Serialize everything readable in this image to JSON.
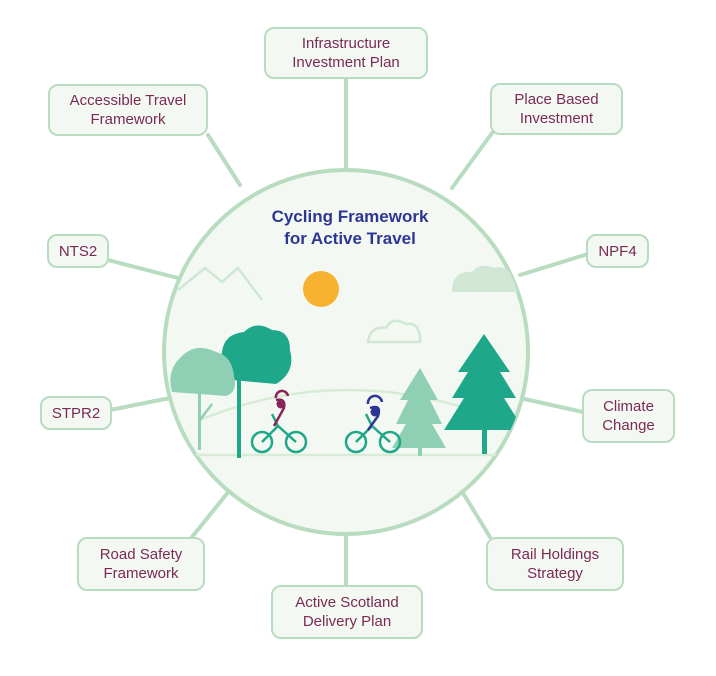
{
  "hub": {
    "title_line1": "Cycling Framework",
    "title_line2": "for Active Travel"
  },
  "nodes": {
    "infrastructure": {
      "line1": "Infrastructure",
      "line2": "Investment Plan"
    },
    "place_based": {
      "line1": "Place Based",
      "line2": "Investment"
    },
    "accessible_travel": {
      "line1": "Accessible Travel",
      "line2": "Framework"
    },
    "nts2": {
      "line1": "NTS2"
    },
    "npf4": {
      "line1": "NPF4"
    },
    "stpr2": {
      "line1": "STPR2"
    },
    "climate_change": {
      "line1": "Climate",
      "line2": "Change"
    },
    "road_safety": {
      "line1": "Road Safety",
      "line2": "Framework"
    },
    "rail_holdings": {
      "line1": "Rail Holdings",
      "line2": "Strategy"
    },
    "active_scotland": {
      "line1": "Active Scotland",
      "line2": "Delivery Plan"
    }
  },
  "colors": {
    "node_border": "#b8dcc0",
    "node_fill": "#f3f9f2",
    "node_text": "#7a2a55",
    "hub_title": "#2c3694",
    "connector": "#b8dcc0",
    "hub_fill": "#f3f9f2",
    "sun": "#f7b330",
    "tree_dark": "#1fa78a",
    "tree_light": "#8fd0b4",
    "cyclist_purple": "#8a2358",
    "cyclist_blue": "#2c3694"
  }
}
